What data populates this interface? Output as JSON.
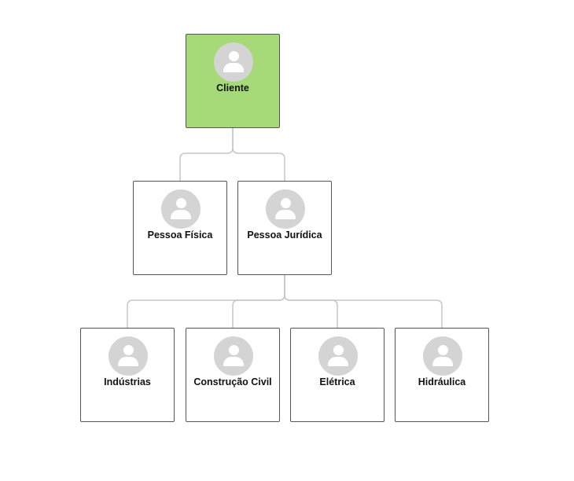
{
  "nodes": {
    "cliente": {
      "label": "Cliente"
    },
    "pessoa_fisica": {
      "label": "Pessoa Física"
    },
    "pessoa_juridica": {
      "label": "Pessoa Jurídica"
    },
    "industrias": {
      "label": "Indústrias"
    },
    "construcao_civil": {
      "label": "Construção Civil"
    },
    "eletrica": {
      "label": "Elétrica"
    },
    "hidraulica": {
      "label": "Hidráulica"
    }
  },
  "colors": {
    "root_fill": "#a6d977",
    "node_fill": "#ffffff",
    "avatar": "#d4d4d4",
    "connector": "#c6c6c6"
  },
  "icons": {
    "avatar": "person-icon"
  }
}
